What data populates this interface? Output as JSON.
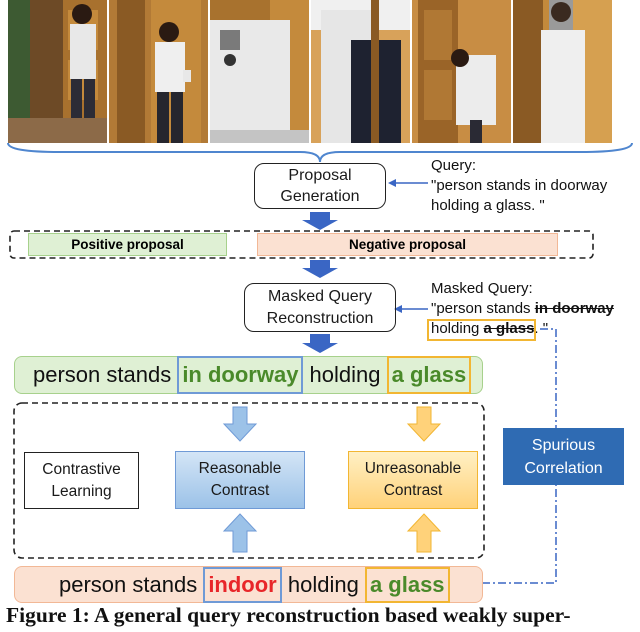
{
  "query": {
    "label": "Query:",
    "line1": "\"person stands in doorway",
    "line2": "holding a glass. \""
  },
  "proposal_generation": {
    "line1": "Proposal",
    "line2": "Generation"
  },
  "proposals": {
    "positive": "Positive proposal",
    "negative": "Negative proposal"
  },
  "masked_reconstruction": {
    "line1": "Masked Query",
    "line2": "Reconstruction"
  },
  "masked_query": {
    "label": "Masked Query:",
    "line1_prefix": "\"person stands ",
    "line1_masked": "in doorway",
    "line2_prefix": "holding ",
    "line2_masked": "a glass",
    "line2_suffix": ". \""
  },
  "sentence_top": {
    "part1": "person stands ",
    "highlight1": "in doorway",
    "part2": " holding ",
    "highlight2": "a glass"
  },
  "contrastive_learning": {
    "line1": "Contrastive",
    "line2": "Learning"
  },
  "reasonable_contrast": {
    "line1": "Reasonable",
    "line2": "Contrast"
  },
  "unreasonable_contrast": {
    "line1": "Unreasonable",
    "line2": "Contrast"
  },
  "spurious": {
    "line1": "Spurious",
    "line2": "Correlation"
  },
  "sentence_bottom": {
    "part1": "person stands ",
    "highlight1": "indoor",
    "part2": " holding ",
    "highlight2": "a glass"
  },
  "caption": "Figure 1: A general query reconstruction based weakly super-",
  "colors": {
    "positive_fill": "#dff0d4",
    "negative_fill": "#fbe1d2",
    "green_text": "#4a8a2a",
    "blue_box": "#6f9ad6",
    "orange_box": "#f2b632",
    "red_text": "#e8262a",
    "arrow_blue": "#3a66c4",
    "spurious_fill": "#2f6bb3"
  }
}
